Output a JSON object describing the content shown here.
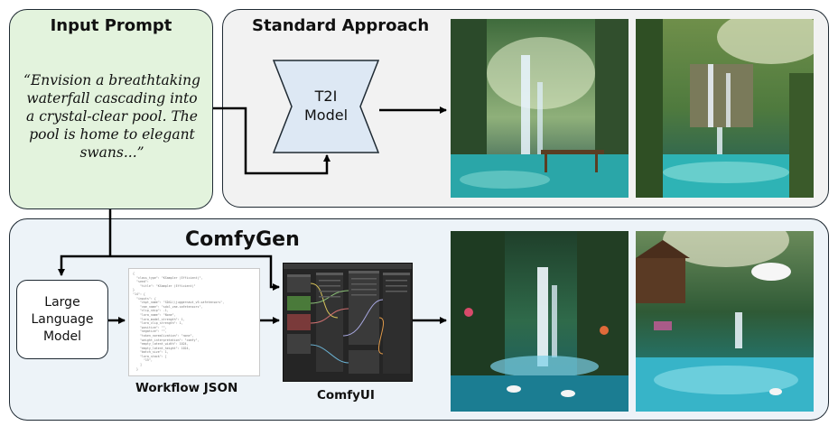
{
  "input_prompt": {
    "title": "Input Prompt",
    "text_line1": "“Envision a breathtaking",
    "text_line2": "waterfall cascading into",
    "text_line3": "a crystal-clear pool. The",
    "text_line4": "pool is home to elegant",
    "text_line5": "swans...”"
  },
  "standard": {
    "title": "Standard Approach",
    "model_line1": "T2I",
    "model_line2": "Model"
  },
  "comfygen": {
    "title": "ComfyGen",
    "llm_line1": "Large",
    "llm_line2": "Language",
    "llm_line3": "Model",
    "workflow_caption": "Workflow JSON",
    "comfyui_caption": "ComfyUI"
  },
  "colors": {
    "prompt_fill": "#e3f3dd",
    "standard_fill": "#f2f2f2",
    "comfygen_fill": "#edf3f8",
    "model_fill": "#dde8f4"
  },
  "images": [
    {
      "name": "standard-output-image-1",
      "subject": "jungle waterfall with wooden bridge"
    },
    {
      "name": "standard-output-image-2",
      "subject": "terraced waterfall pool"
    },
    {
      "name": "comfygen-output-image-1",
      "subject": "waterfall with swans"
    },
    {
      "name": "comfygen-output-image-2",
      "subject": "swan over jungle pool with cabin"
    }
  ]
}
